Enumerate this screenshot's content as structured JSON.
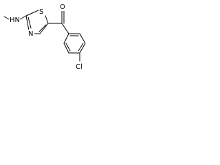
{
  "structure": {
    "atoms": {
      "nh": "HN",
      "ring_n": "N",
      "ring_s": "S",
      "carbonyl_o": "O",
      "chlorine": "Cl"
    }
  }
}
